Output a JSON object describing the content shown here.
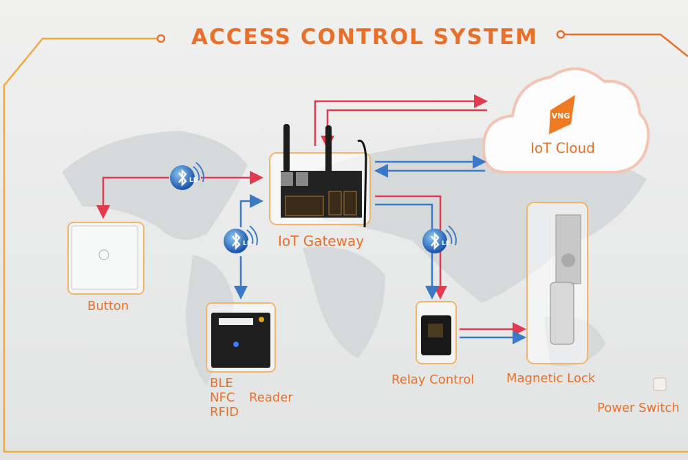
{
  "title": "ACCESS CONTROL SYSTEM",
  "cloud": {
    "logo_text": "VNG",
    "label": "IoT Cloud"
  },
  "nodes": {
    "gateway": "IoT Gateway",
    "button": "Button",
    "reader_lines": [
      "BLE",
      "NFC",
      "RFID"
    ],
    "reader_word": "Reader",
    "relay": "Relay Control",
    "lock": "Magnetic Lock",
    "power": "Power Switch"
  },
  "ble_badge": {
    "icon": "bluetooth-le-icon",
    "text": "LE"
  },
  "colors": {
    "accent": "#e8702a",
    "red_link": "#e23a4f",
    "blue_link": "#3a78c8",
    "frame": "#f0b46a",
    "border_line": "#f2a93b"
  }
}
